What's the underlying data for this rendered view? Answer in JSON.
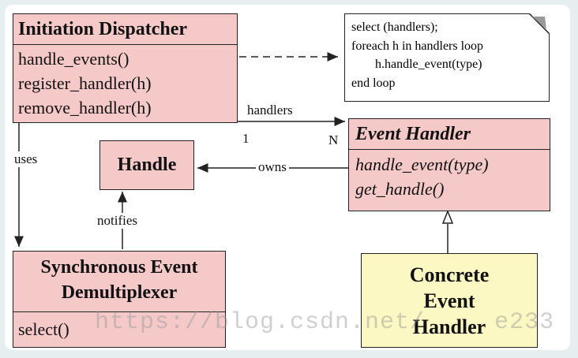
{
  "initiation_dispatcher": {
    "title": "Initiation Dispatcher",
    "ops": [
      "handle_events()",
      "register_handler(h)",
      "remove_handler(h)"
    ]
  },
  "note": {
    "lines": [
      "select (handlers);",
      "foreach h in handlers loop",
      "h.handle_event(type)",
      "end loop"
    ]
  },
  "event_handler": {
    "title": "Event Handler",
    "ops": [
      "handle_event(type)",
      "get_handle()"
    ]
  },
  "handle": {
    "title": "Handle"
  },
  "sync_demux": {
    "title_line1": "Synchronous Event",
    "title_line2": "Demultiplexer",
    "ops": [
      "select()"
    ]
  },
  "concrete": {
    "line1": "Concrete",
    "line2": "Event",
    "line3": "Handler"
  },
  "labels": {
    "handlers": "handlers",
    "mult_one": "1",
    "mult_n": "N",
    "uses": "uses",
    "owns": "owns",
    "notifies": "notifies"
  },
  "watermark": "https://blog.csdn.net/",
  "watermark_tail": "e233"
}
